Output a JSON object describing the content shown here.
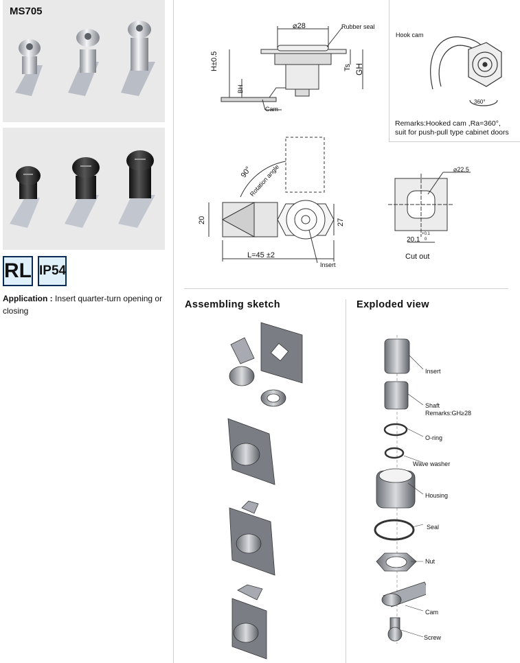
{
  "product": {
    "model": "MS705",
    "badges": [
      "RL",
      "IP54"
    ],
    "application_label": "Application :",
    "application_text": "Insert quarter-turn opening or closing"
  },
  "drawing": {
    "dia28": "28",
    "rubber_seal": "Rubber seal",
    "h_tol": "H±0.5",
    "bh": "BH",
    "ts": "Ts",
    "gh": "GH",
    "cam": "Cam",
    "rotation_deg": "90°",
    "rotation_label": "Rotation angle",
    "dim20": "20",
    "dim27": "27",
    "length": "L=45 ±2",
    "insert": "Insert"
  },
  "hook": {
    "label": "Hook cam",
    "angle": "360°",
    "remarks_line1": "Remarks:Hooked cam ,Ra=360°,",
    "remarks_line2": "suit for push-pull type cabinet doors"
  },
  "cutout": {
    "dia": "22.5",
    "width": "20.1",
    "tol_plus": "+0.1",
    "tol_minus": "0",
    "title": "Cut out"
  },
  "sections": {
    "assembling": "Assembling sketch",
    "exploded": "Exploded view"
  },
  "exploded_parts": {
    "insert": "Insert",
    "shaft": "Shaft",
    "shaft_remark": "Remarks:GH≥28",
    "oring": "O-ring",
    "wave_washer": "Wave washer",
    "housing": "Housing",
    "seal": "Seal",
    "nut": "Nut",
    "cam": "Cam",
    "screw": "Screw"
  }
}
